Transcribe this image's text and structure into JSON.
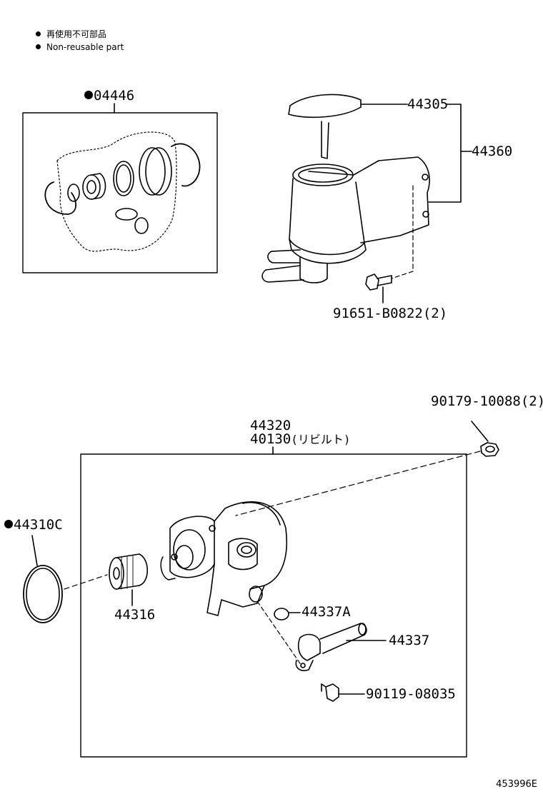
{
  "legend": {
    "line1": "再使用不可部品",
    "line2": "Non-reusable part"
  },
  "labels": {
    "kit": "04446",
    "cap": "44305",
    "reservoir_assy": "44360",
    "bolt_reservoir": "91651-B0822(2)",
    "nut": "90179-10088(2)",
    "pump_1": "44320",
    "pump_2": "40130",
    "pump_2_note": "(リビルト)",
    "o_ring_large": "44310C",
    "pulley": "44316",
    "o_ring_small": "44337A",
    "union": "44337",
    "bolt_union": "90119-08035"
  },
  "figure_id": "453996E",
  "colors": {
    "ink": "#000000",
    "background": "#ffffff"
  }
}
